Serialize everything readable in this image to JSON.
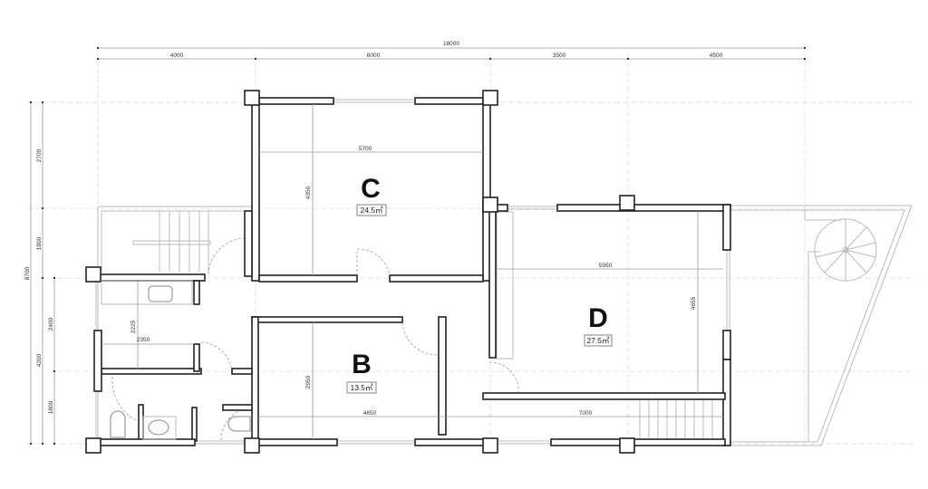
{
  "dimensions": {
    "top_total": "18000",
    "top_segments": [
      "4000",
      "6000",
      "3500",
      "4500"
    ],
    "left_total": "8700",
    "left_segments": [
      "2700",
      "1800",
      "4200"
    ],
    "left_sub_segments": [
      "2400",
      "1800"
    ],
    "room_c_width": "5700",
    "room_c_depth": "4350",
    "room_d_width": "5950",
    "room_d_depth": "4655",
    "room_b_width": "4650",
    "room_b_depth": "2950",
    "corridor_length": "7000",
    "wc_width": "2350",
    "wc_depth": "2225"
  },
  "rooms": [
    {
      "label": "C",
      "area": "24.5㎡"
    },
    {
      "label": "D",
      "area": "27.5㎡"
    },
    {
      "label": "B",
      "area": "13.5㎡"
    }
  ]
}
